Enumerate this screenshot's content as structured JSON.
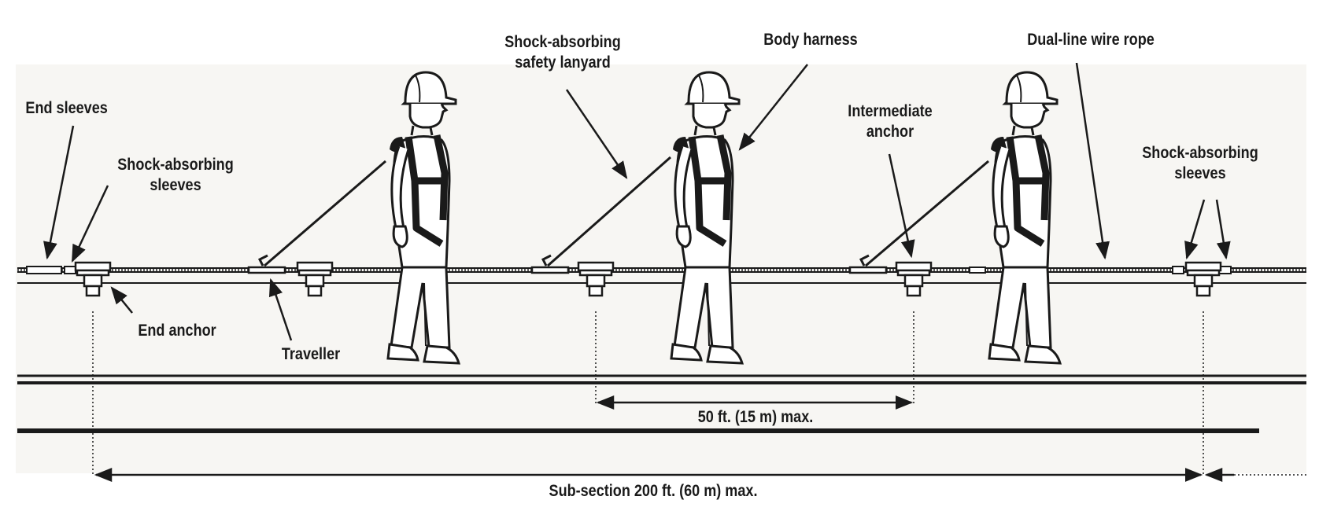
{
  "labels": {
    "end_sleeves": "End sleeves",
    "shock_sleeves_left": [
      "Shock-absorbing",
      "sleeves"
    ],
    "end_anchor": "End anchor",
    "traveller": "Traveller",
    "lanyard": [
      "Shock-absorbing",
      "safety lanyard"
    ],
    "body_harness": "Body harness",
    "intermediate_anchor": [
      "Intermediate",
      "anchor"
    ],
    "wire_rope": "Dual-line wire rope",
    "shock_sleeves_right": [
      "Shock-absorbing",
      "sleeves"
    ],
    "anchor_spacing": "50 ft. (15 m) max.",
    "subsection": "Sub-section 200 ft. (60 m) max."
  },
  "colors": {
    "line": "#1a1a1a",
    "background_band": "#f7f6f3",
    "figure_fill": "#ffffff"
  }
}
